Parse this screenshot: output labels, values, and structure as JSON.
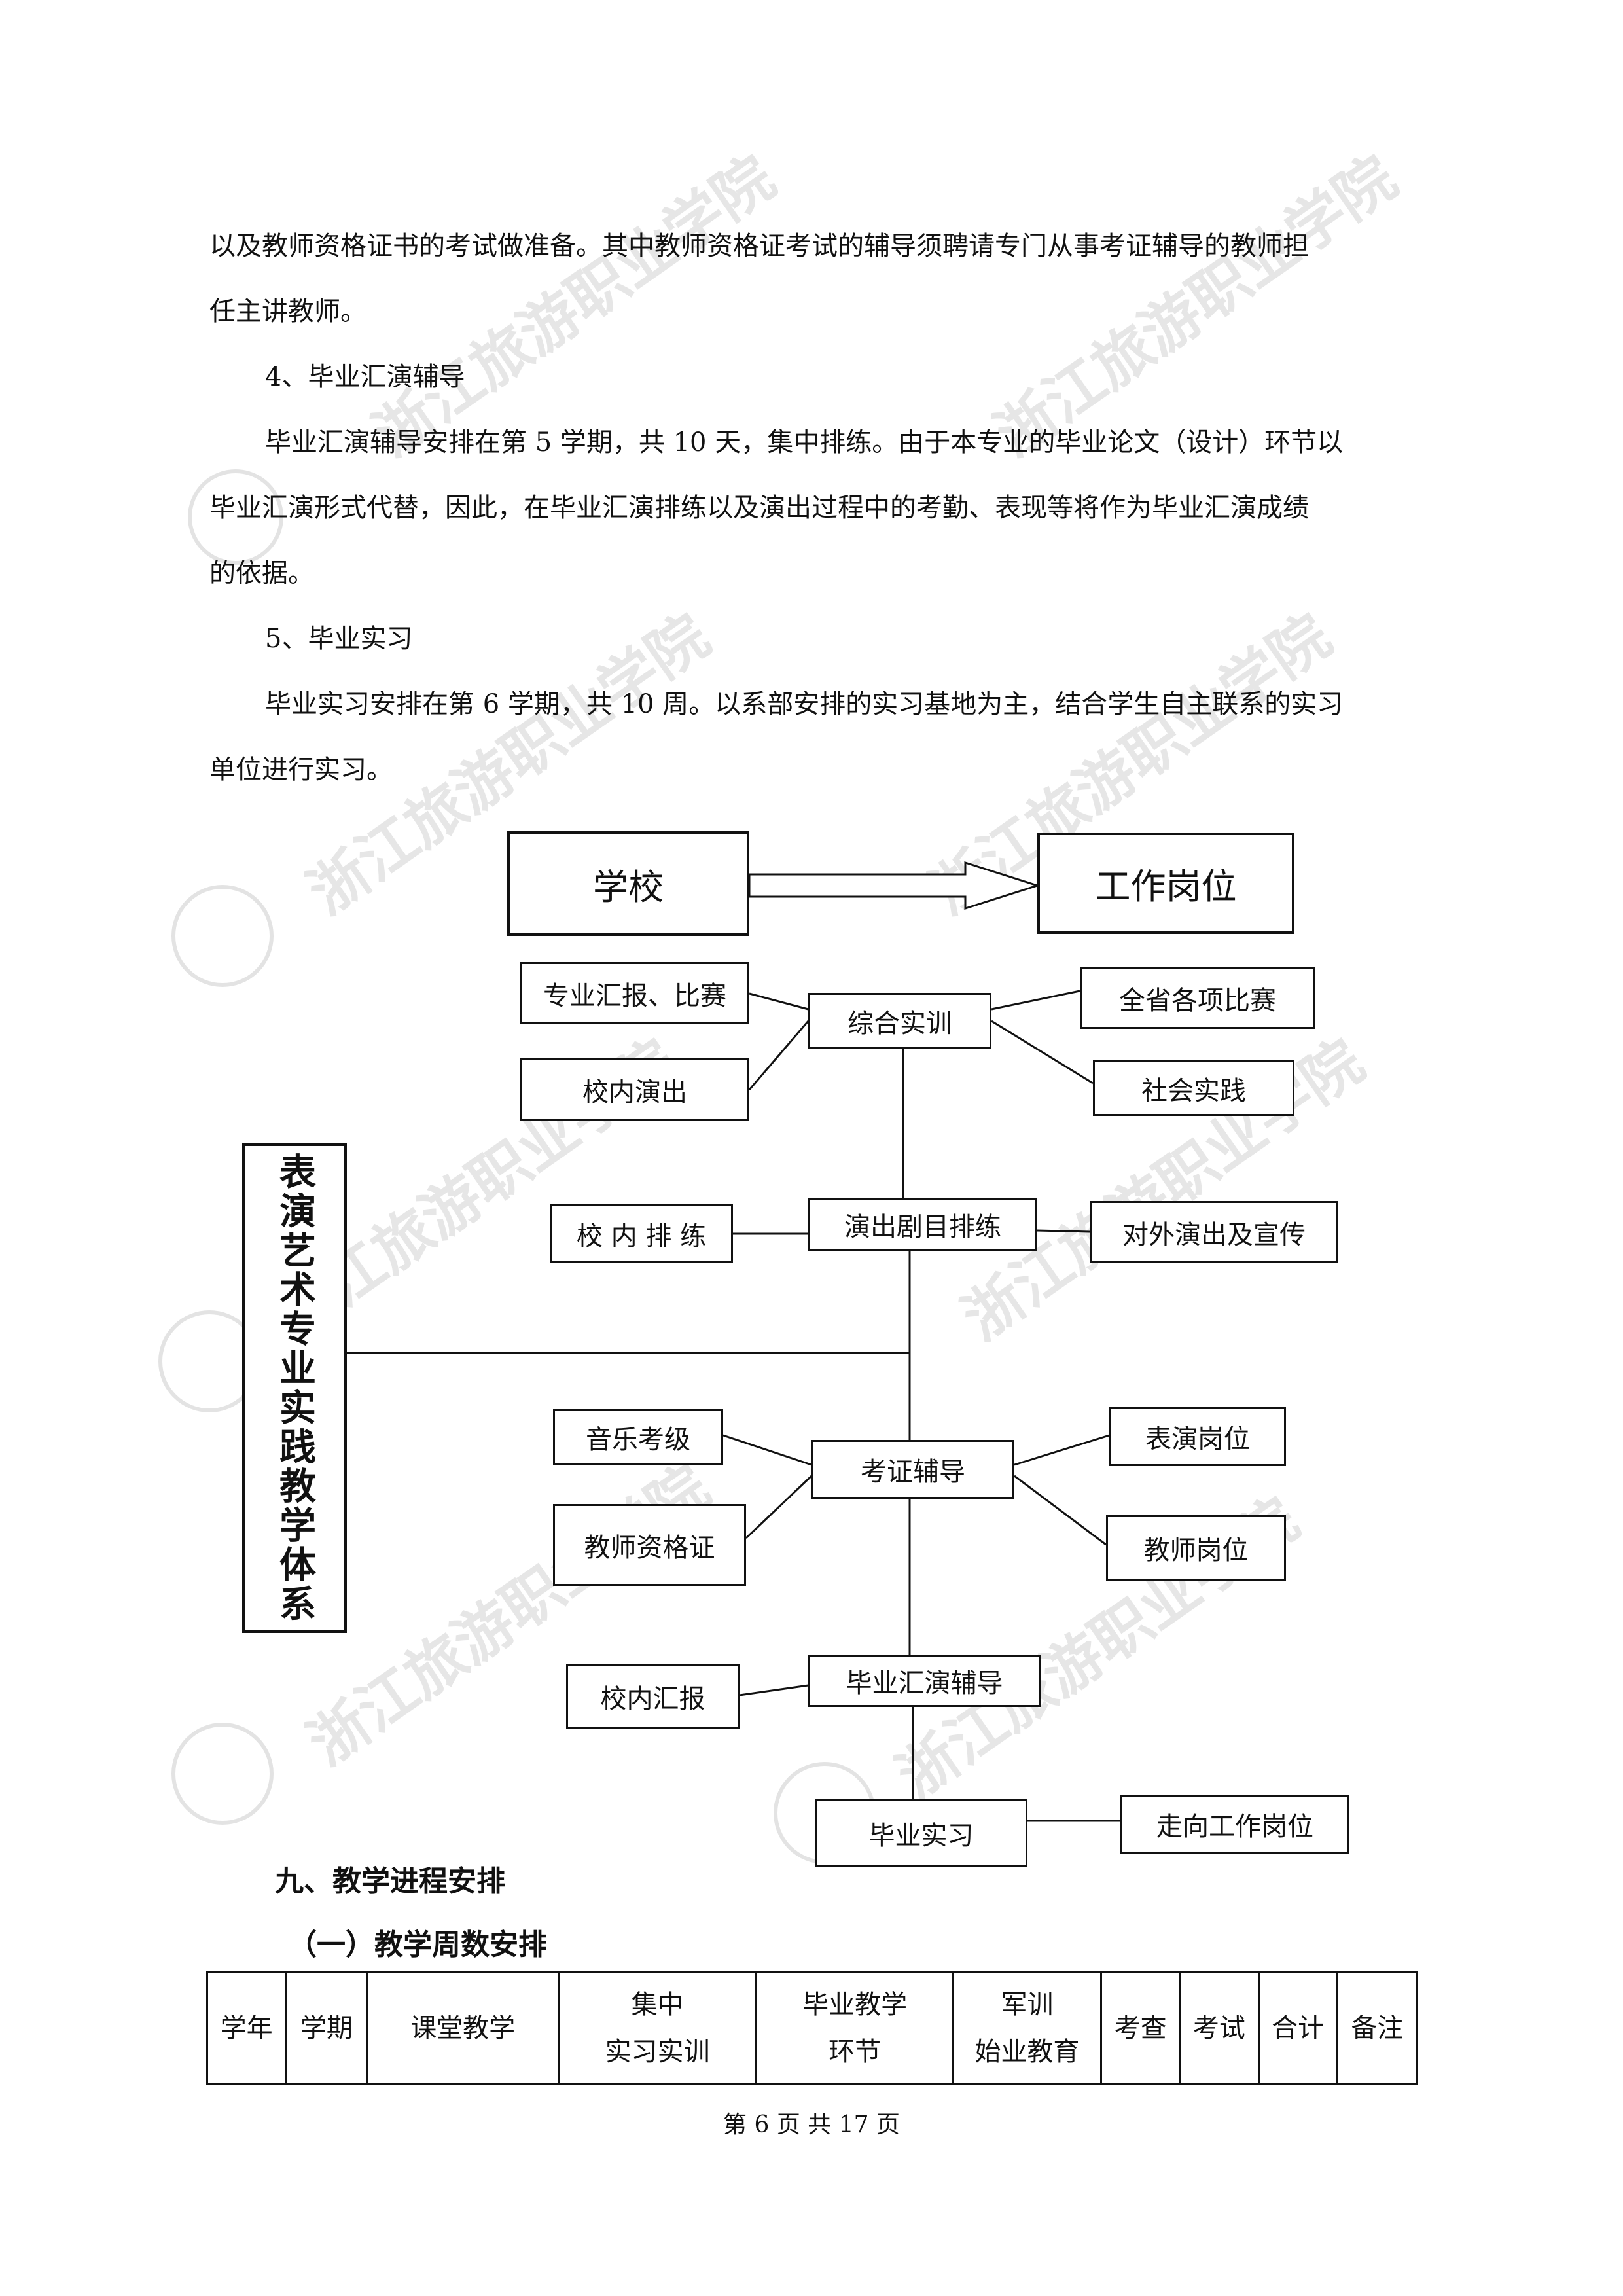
{
  "paragraphs": [
    "以及教师资格证书的考试做准备。其中教师资格证考试的辅导须聘请专门从事考证辅导的教师担",
    "任主讲教师。",
    "4、毕业汇演辅导",
    "毕业汇演辅导安排在第 5 学期，共 10 天，集中排练。由于本专业的毕业论文（设计）环节以",
    "毕业汇演形式代替，因此，在毕业汇演排练以及演出过程中的考勤、表现等将作为毕业汇演成绩",
    "的依据。",
    "5、毕业实习",
    "毕业实习安排在第 6 学期，共 10 周。以系部安排的实习基地为主，结合学生自主联系的实习",
    "单位进行实习。"
  ],
  "diagram": {
    "school": "学校",
    "workplace": "工作岗位",
    "system": "表演艺术专业实践教学体系",
    "comprehensive": "综合实训",
    "report_competition": "专业汇报、比赛",
    "campus_show": "校内演出",
    "province_competition": "全省各项比赛",
    "social_practice": "社会实践",
    "repertoire": "演出剧目排练",
    "campus_rehearsal": "校 内 排 练",
    "external_show": "对外演出及宣传",
    "certificate": "考证辅导",
    "music_grade": "音乐考级",
    "teacher_cert": "教师资格证",
    "performer_post": "表演岗位",
    "teacher_post": "教师岗位",
    "graduation_show": "毕业汇演辅导",
    "campus_report": "校内汇报",
    "internship": "毕业实习",
    "to_work": "走向工作岗位"
  },
  "section_heading": "九、教学进程安排",
  "subsection_heading": "（一）教学周数安排",
  "table_headers": [
    [
      "学年"
    ],
    [
      "学期"
    ],
    [
      "课堂教学"
    ],
    [
      "集中",
      "实习实训"
    ],
    [
      "毕业教学",
      "环节"
    ],
    [
      "军训",
      "始业教育"
    ],
    [
      "考查"
    ],
    [
      "考试"
    ],
    [
      "合计"
    ],
    [
      "备注"
    ]
  ],
  "footer": "第 6 页 共 17 页"
}
